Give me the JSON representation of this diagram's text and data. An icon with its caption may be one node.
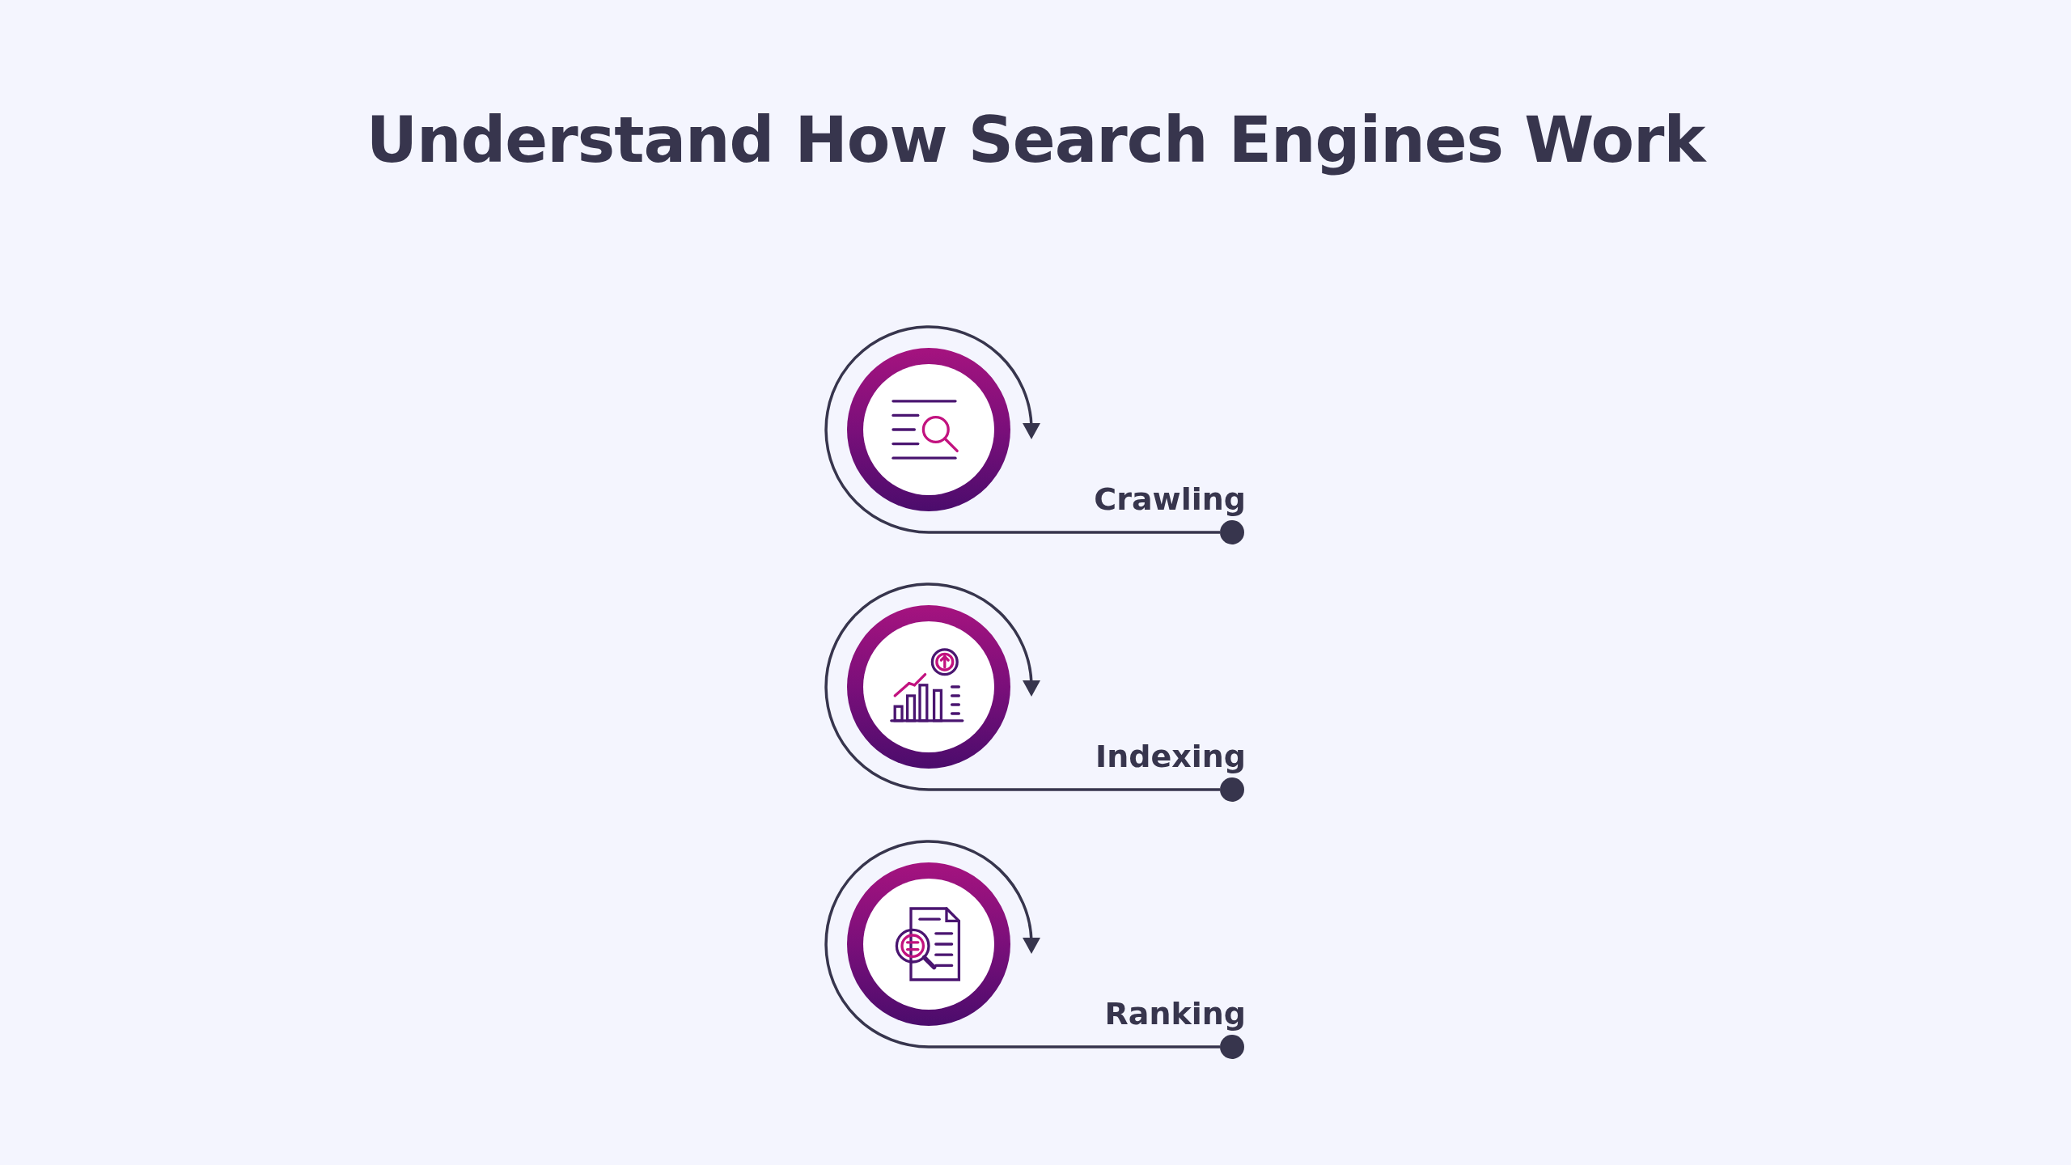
{
  "diagram": {
    "title": "Understand How Search Engines Work",
    "nodes": [
      {
        "text": [],
        "shape": "circle",
        "beside": [
          "Crawling"
        ]
      },
      {
        "text": [],
        "shape": "circle",
        "beside": [
          "Indexing"
        ]
      },
      {
        "text": [],
        "shape": "circle",
        "beside": [
          "Ranking"
        ]
      }
    ]
  }
}
